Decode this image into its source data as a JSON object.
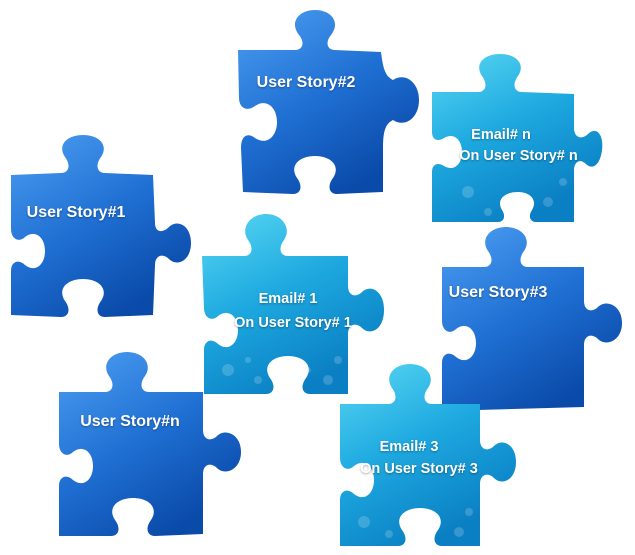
{
  "colors": {
    "story_light": "#4a9cf0",
    "story_dark": "#0a4fb0",
    "email_light": "#5fe0f5",
    "email_dark": "#0b80c4",
    "background": "#ffffff"
  },
  "pieces": [
    {
      "kind": "story",
      "label": "User Story#2"
    },
    {
      "kind": "email",
      "line1": "Email# n",
      "line2": "On User Story# n"
    },
    {
      "kind": "story",
      "label": "User Story#1"
    },
    {
      "kind": "email",
      "line1": "Email# 1",
      "line2": "On User Story# 1"
    },
    {
      "kind": "story",
      "label": "User Story#3"
    },
    {
      "kind": "story",
      "label": "User Story#n"
    },
    {
      "kind": "email",
      "line1": "Email# 3",
      "line2": "On User Story# 3"
    }
  ]
}
